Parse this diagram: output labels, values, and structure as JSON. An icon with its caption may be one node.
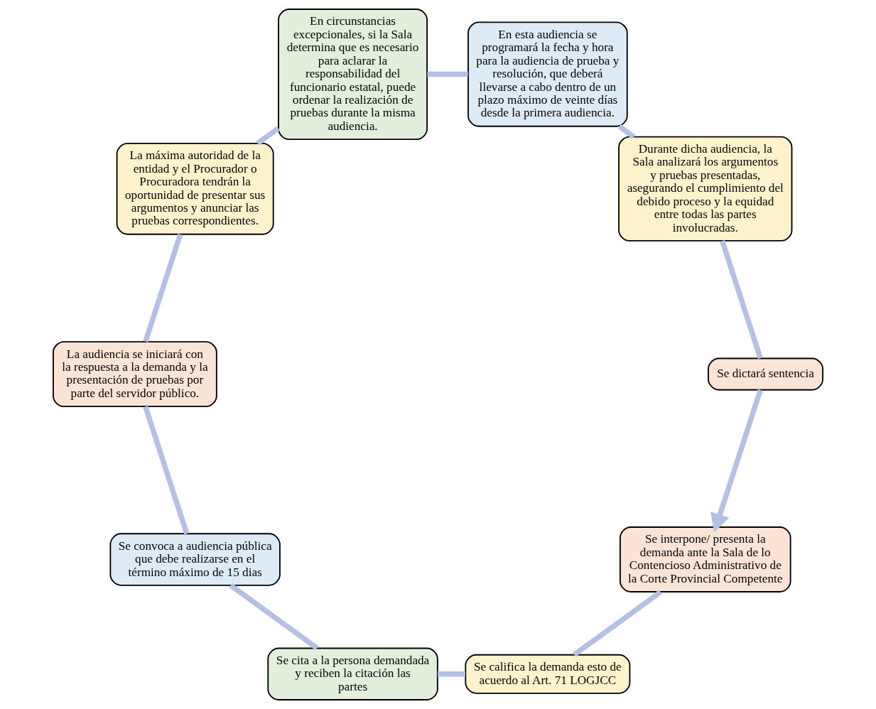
{
  "diagram": {
    "nodes": [
      {
        "text": [
          "Se interpone/ presenta la demanda ante la Sala de lo Contencioso Administrativo de la Corte Provincial Competente"
        ]
      },
      {
        "text": [
          "Se califica la demanda esto de acuerdo al Art. 71 LOGJCC"
        ]
      },
      {
        "text": [
          "Se cita a la persona demandada y reciben la citación las partes"
        ]
      },
      {
        "text": [
          "Se convoca a audiencia pública que debe realizarse en el término máximo de 15 dias"
        ]
      },
      {
        "text": [
          "La audiencia se iniciará con la respuesta a la demanda y la presentación de pruebas por parte del servidor público."
        ]
      },
      {
        "text": [
          "La máxima autoridad de la entidad y el Procurador o Procuradora tendrán la oportunidad de presentar sus argumentos y anunciar las pruebas correspondientes."
        ]
      },
      {
        "text": [
          "En circunstancias excepcionales, si la Sala determina que es necesario para aclarar la responsabilidad del funcionario estatal, puede ordenar la realización de pruebas durante la misma audiencia."
        ]
      },
      {
        "text": [
          "En esta audiencia se programará la fecha y hora para la audiencia de prueba y resolución, que deberá llevarse a cabo dentro de un plazo máximo de veinte días desde la primera audiencia."
        ]
      },
      {
        "text": [
          "Durante dicha audiencia, la Sala analizará los argumentos y pruebas presentadas, asegurando el cumplimiento del debido proceso y la equidad entre todas las partes involucradas."
        ]
      },
      {
        "text": [
          "Se dictará sentencia"
        ]
      }
    ],
    "edges": [
      {
        "from": 0,
        "to": 1,
        "arrow": "none"
      },
      {
        "from": 1,
        "to": 2,
        "arrow": "none"
      },
      {
        "from": 2,
        "to": 3,
        "arrow": "none"
      },
      {
        "from": 3,
        "to": 4,
        "arrow": "none"
      },
      {
        "from": 4,
        "to": 5,
        "arrow": "none"
      },
      {
        "from": 5,
        "to": 6,
        "arrow": "none"
      },
      {
        "from": 6,
        "to": 7,
        "arrow": "none"
      },
      {
        "from": 7,
        "to": 8,
        "arrow": "none"
      },
      {
        "from": 8,
        "to": 9,
        "arrow": "none"
      },
      {
        "from": 9,
        "to": 0,
        "arrow": "to"
      }
    ]
  }
}
